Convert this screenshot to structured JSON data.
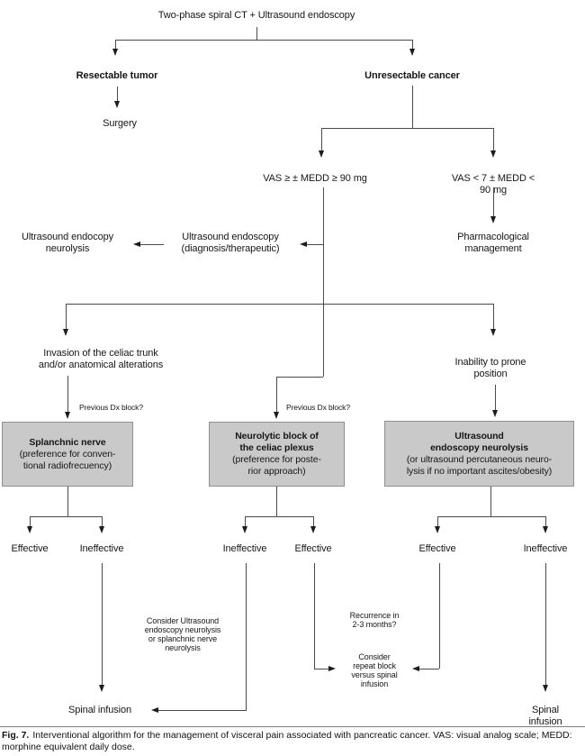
{
  "flowchart": {
    "title": "Two-phase spiral CT + Ultrasound endoscopy",
    "resectable": "Resectable tumor",
    "unresectable": "Unresectable cancer",
    "surgery": "Surgery",
    "vas_left": "VAS ≥ ± MEDD ≥ 90 mg",
    "vas_right": "VAS < 7 ± MEDD < 90 mg",
    "us_endocopy_neurolysis": "Ultrasound endocopy\nneurolysis",
    "us_endoscopy_diag": "Ultrasound endoscopy\n(diagnosis/therapeutic)",
    "pharmacological": "Pharmacological\nmanagement",
    "invasion": "Invasion of the celiac trunk\nand/or anatomical alterations",
    "inability": "Inability to prone position",
    "previous_dx_left": "Previous Dx block?",
    "previous_dx_mid": "Previous Dx block?",
    "box_splanchnic": {
      "title": "Splanchnic nerve",
      "subtitle": "(preference for conven-\ntional radiofrecuency)"
    },
    "box_neurolytic": {
      "title": "Neurolytic block of\nthe celiac plexus",
      "subtitle": "(preference for poste-\nrior approach)"
    },
    "box_ultrasound": {
      "title": "Ultrasound\nendoscopy neurolysis",
      "subtitle": "(or ultrasound percutaneous neuro-\nlysis if no important ascites/obesity)"
    },
    "outcomes": {
      "splanchnic_effective": "Effective",
      "splanchnic_ineffective": "Ineffective",
      "neurolytic_ineffective": "Ineffective",
      "neurolytic_effective": "Effective",
      "ultrasound_effective": "Effective",
      "ultrasound_ineffective": "Ineffective"
    },
    "consider_us": "Consider Ultrasound\nendoscopy neurolysis\nor splanchnic nerve\nneurolysis",
    "recurrence": "Recurrence in\n2-3 months?",
    "consider_repeat": "Consider\nrepeat block\nversus spinal\ninfusion",
    "spinal_left": "Spinal infusion",
    "spinal_right": "Spinal infusion"
  },
  "caption": {
    "label": "Fig. 7.",
    "text": "Interventional algorithm for the management of visceral pain associated with pancreatic cancer. VAS: visual analog scale; MEDD: morphine equivalent daily dose."
  },
  "colors": {
    "box_fill": "#c9c9c9",
    "box_border": "#8f8f8f",
    "line": "#4a4a4a",
    "text": "#161616"
  }
}
